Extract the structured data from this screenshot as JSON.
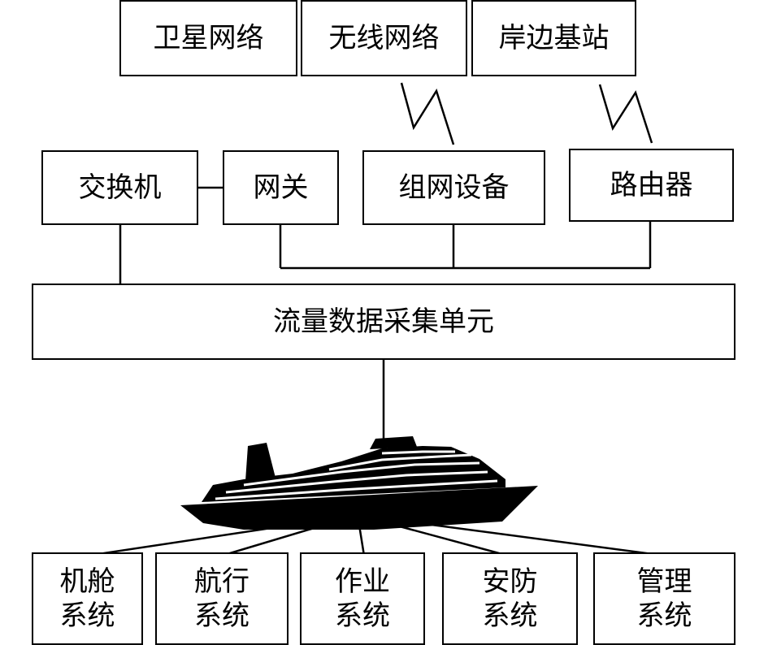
{
  "network": {
    "satellite": "卫星网络",
    "wireless": "无线网络",
    "shore_station": "岸边基站"
  },
  "devices": {
    "switch": "交换机",
    "gateway": "网关",
    "networking_equipment": "组网设备",
    "router": "路由器"
  },
  "collector": {
    "label": "流量数据采集单元"
  },
  "ship": {
    "icon": "ship-icon"
  },
  "systems": [
    {
      "line1": "机舱",
      "line2": "系统"
    },
    {
      "line1": "航行",
      "line2": "系统"
    },
    {
      "line1": "作业",
      "line2": "系统"
    },
    {
      "line1": "安防",
      "line2": "系统"
    },
    {
      "line1": "管理",
      "line2": "系统"
    }
  ]
}
